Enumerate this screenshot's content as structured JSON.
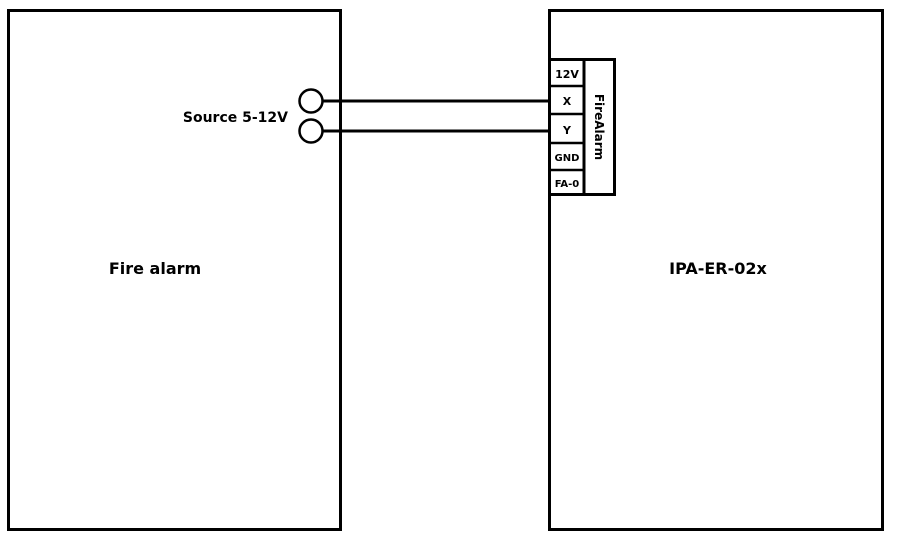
{
  "left_device": {
    "label": "Fire alarm",
    "source_label": "Source 5-12V"
  },
  "right_device": {
    "label": "IPA-ER-02x",
    "connector": {
      "title": "FireAlarm",
      "pins": [
        "12V",
        "X",
        "Y",
        "GND",
        "FA-0"
      ]
    }
  },
  "connections": [
    {
      "from": "source-terminal-1",
      "to": "X"
    },
    {
      "from": "source-terminal-2",
      "to": "Y"
    }
  ],
  "colors": {
    "line": "#000000",
    "background": "#ffffff"
  }
}
